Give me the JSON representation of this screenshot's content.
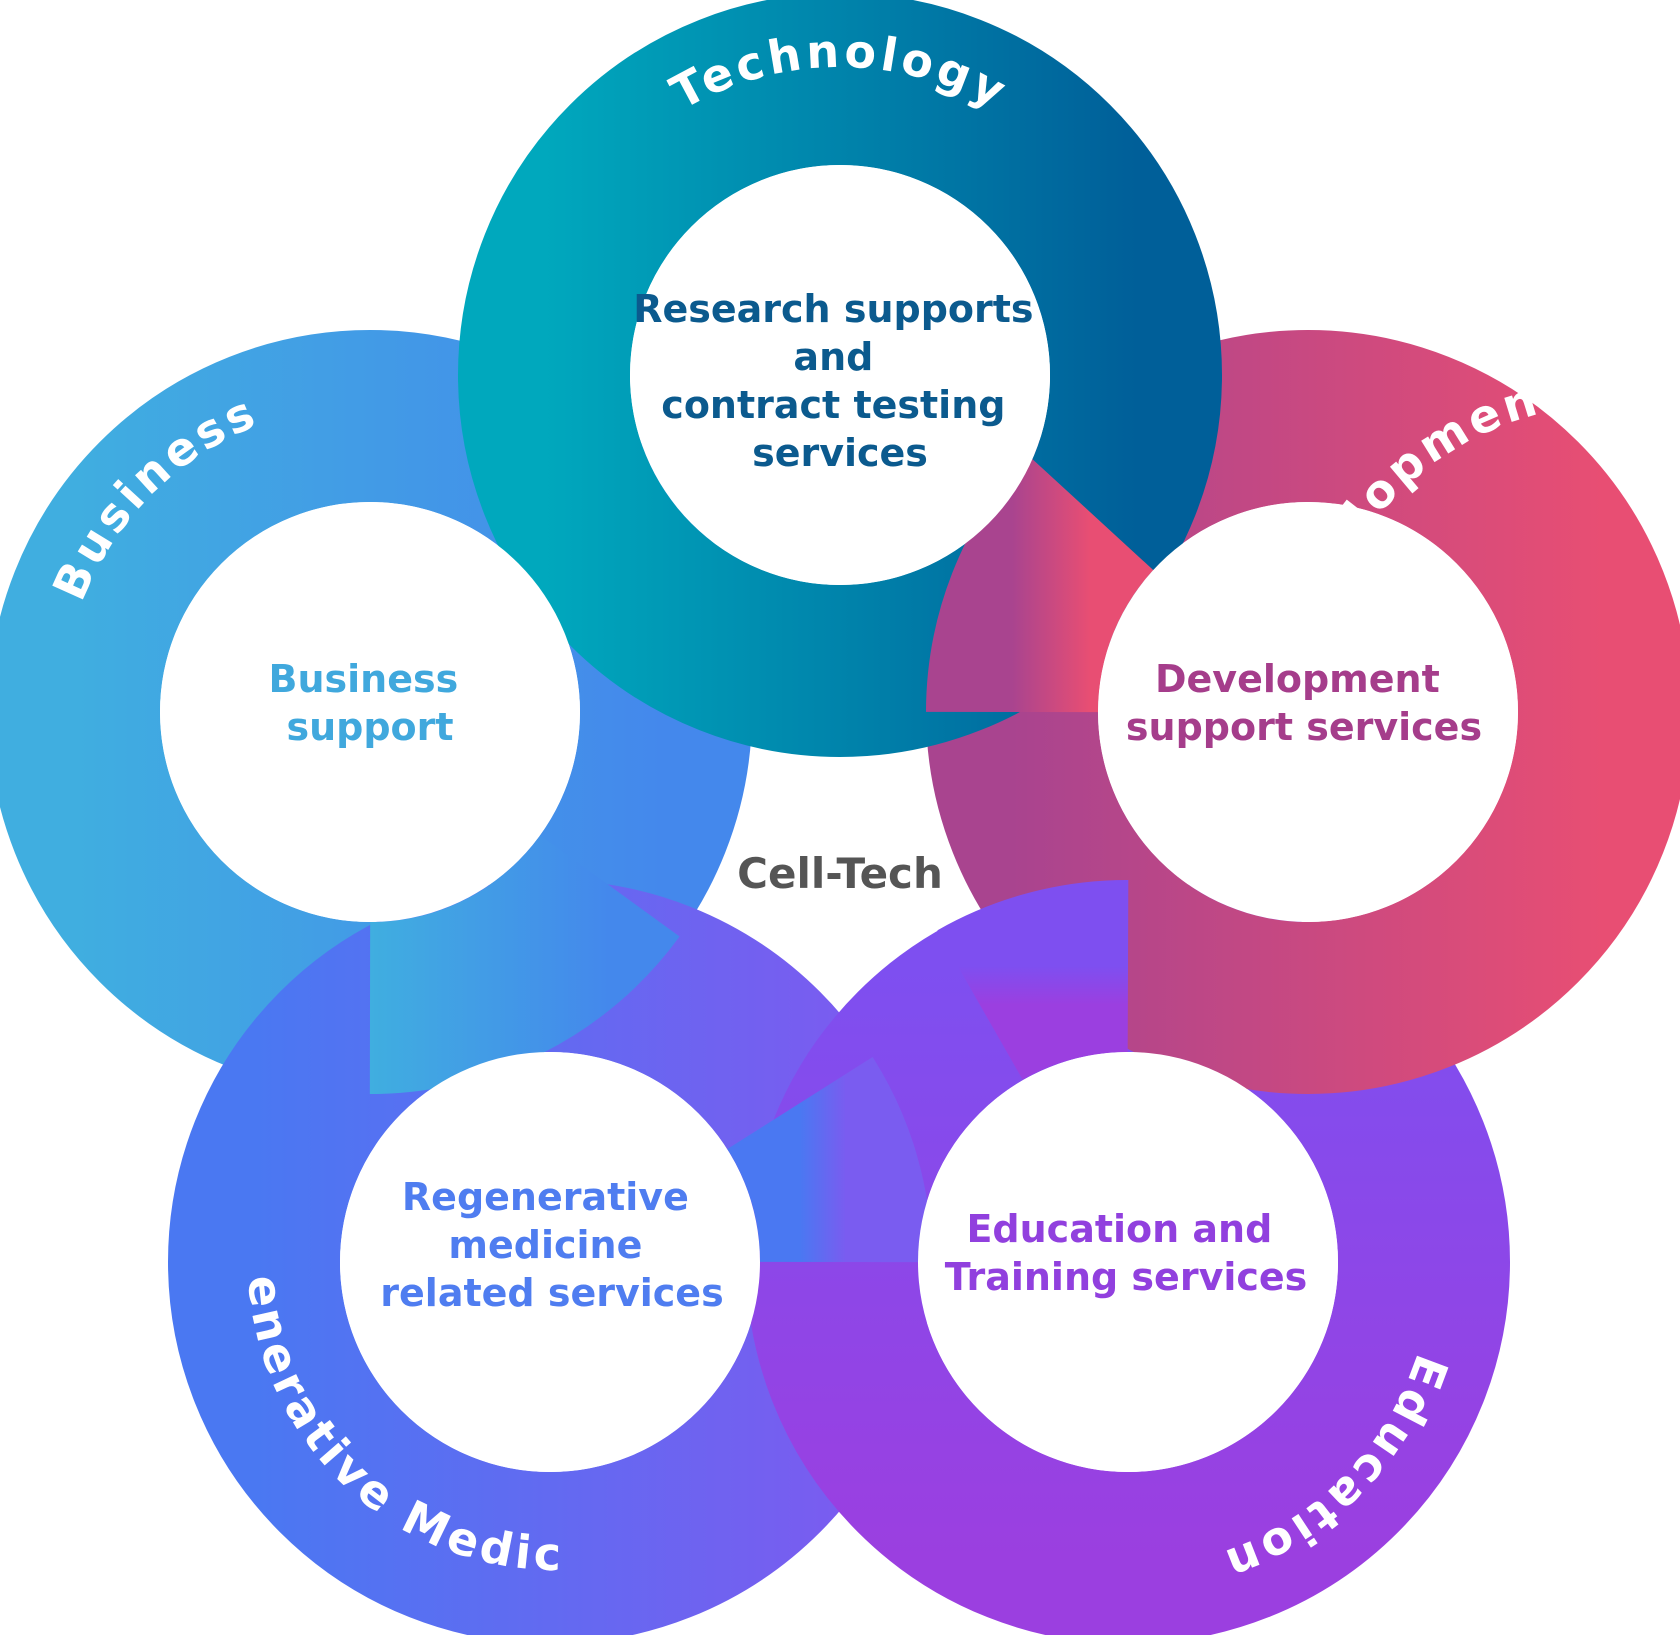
{
  "center_label": "Cell-Tech",
  "rings": [
    {
      "id": "technology",
      "ring_label": "Technology",
      "service_lines": [
        "Research supports",
        "and",
        "contract testing",
        "services"
      ],
      "gradient": [
        "#00a8bd",
        "#005f99"
      ],
      "text_color": "#0b5a8e"
    },
    {
      "id": "development",
      "ring_label": "Development",
      "service_lines": [
        "Development",
        "support services"
      ],
      "gradient": [
        "#a9448f",
        "#e84e73"
      ],
      "text_color": "#a53d8b"
    },
    {
      "id": "education",
      "ring_label": "Education",
      "service_lines": [
        "Education and",
        "Training services"
      ],
      "gradient": [
        "#7e4ff0",
        "#9b3fe0"
      ],
      "text_color": "#9140de"
    },
    {
      "id": "regenerative-medicine",
      "ring_label": "Regenerative Medicine",
      "service_lines": [
        "Regenerative",
        "medicine",
        "related services"
      ],
      "gradient": [
        "#4a78f2",
        "#7a5cf0"
      ],
      "text_color": "#4f7df0"
    },
    {
      "id": "business",
      "ring_label": "Business",
      "service_lines": [
        "Business",
        "support"
      ],
      "gradient": [
        "#40aee0",
        "#4488ec"
      ],
      "text_color": "#40a8dd"
    }
  ]
}
